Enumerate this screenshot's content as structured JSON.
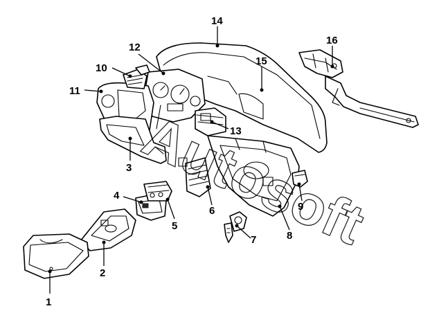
{
  "callouts": {
    "c1": "1",
    "c2": "2",
    "c3": "3",
    "c4": "4",
    "c5": "5",
    "c6": "6",
    "c7": "7",
    "c8": "8",
    "c9": "9",
    "c10": "10",
    "c11": "11",
    "c12": "12",
    "c13": "13",
    "c14": "14",
    "c15": "15",
    "c16": "16"
  },
  "watermark": "Autosoft"
}
